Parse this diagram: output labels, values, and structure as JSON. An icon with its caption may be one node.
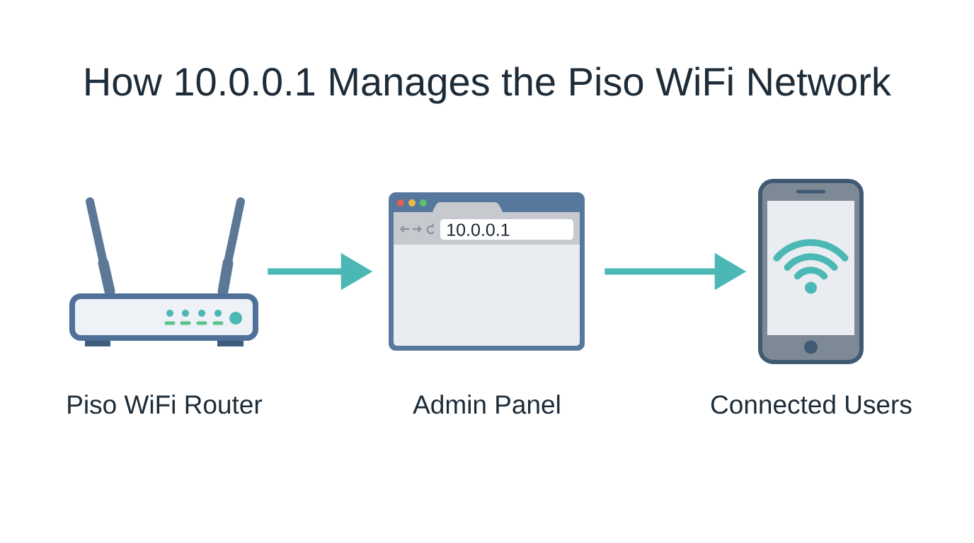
{
  "diagram": {
    "title": "How 10.0.0.1 Manages the Piso WiFi Network",
    "nodes": [
      {
        "text": [],
        "shape": "picture",
        "beside": [
          "Piso WiFi Router"
        ]
      },
      {
        "text": [
          "10.0.0.1"
        ],
        "beside": [
          "Admin Panel"
        ]
      },
      {
        "text": [],
        "shape": "picture",
        "beside": [
          "Connected Users"
        ]
      }
    ],
    "edges": [
      {
        "from": 0,
        "to": 1,
        "arrow": "to"
      },
      {
        "from": 1,
        "to": 2,
        "arrow": "to"
      }
    ]
  }
}
